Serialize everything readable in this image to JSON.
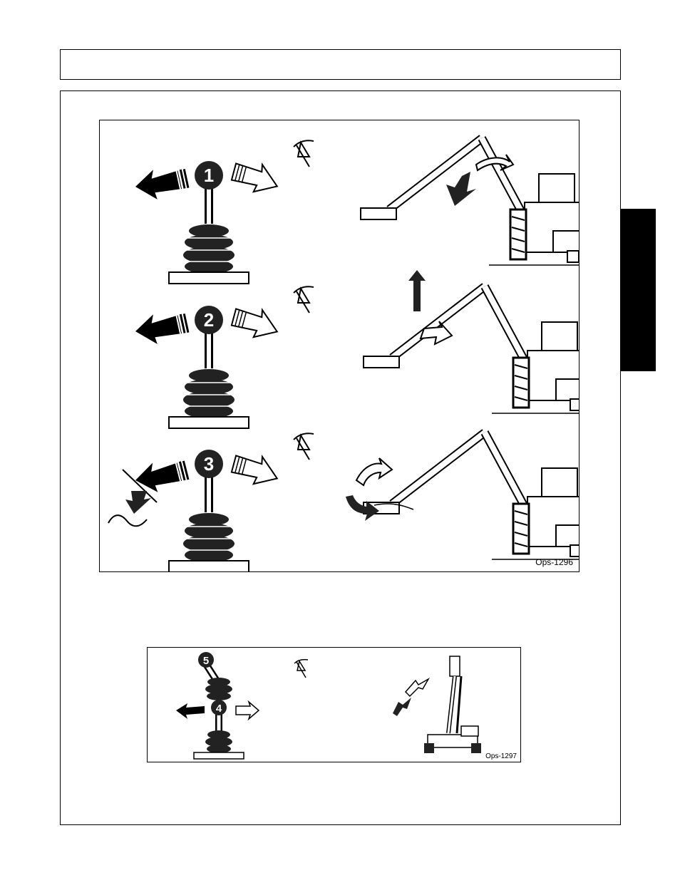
{
  "header": {
    "text": ""
  },
  "figure_top": {
    "label": "Ops-1296",
    "steps": [
      {
        "number": "1"
      },
      {
        "number": "2"
      },
      {
        "number": "3"
      }
    ]
  },
  "figure_bottom": {
    "label": "Ops-1297",
    "steps": [
      {
        "number": "5"
      },
      {
        "number": "4"
      }
    ]
  },
  "colors": {
    "ink": "#000000",
    "tab": "#000000",
    "paper": "#ffffff",
    "shade": "#f2f2f2"
  }
}
